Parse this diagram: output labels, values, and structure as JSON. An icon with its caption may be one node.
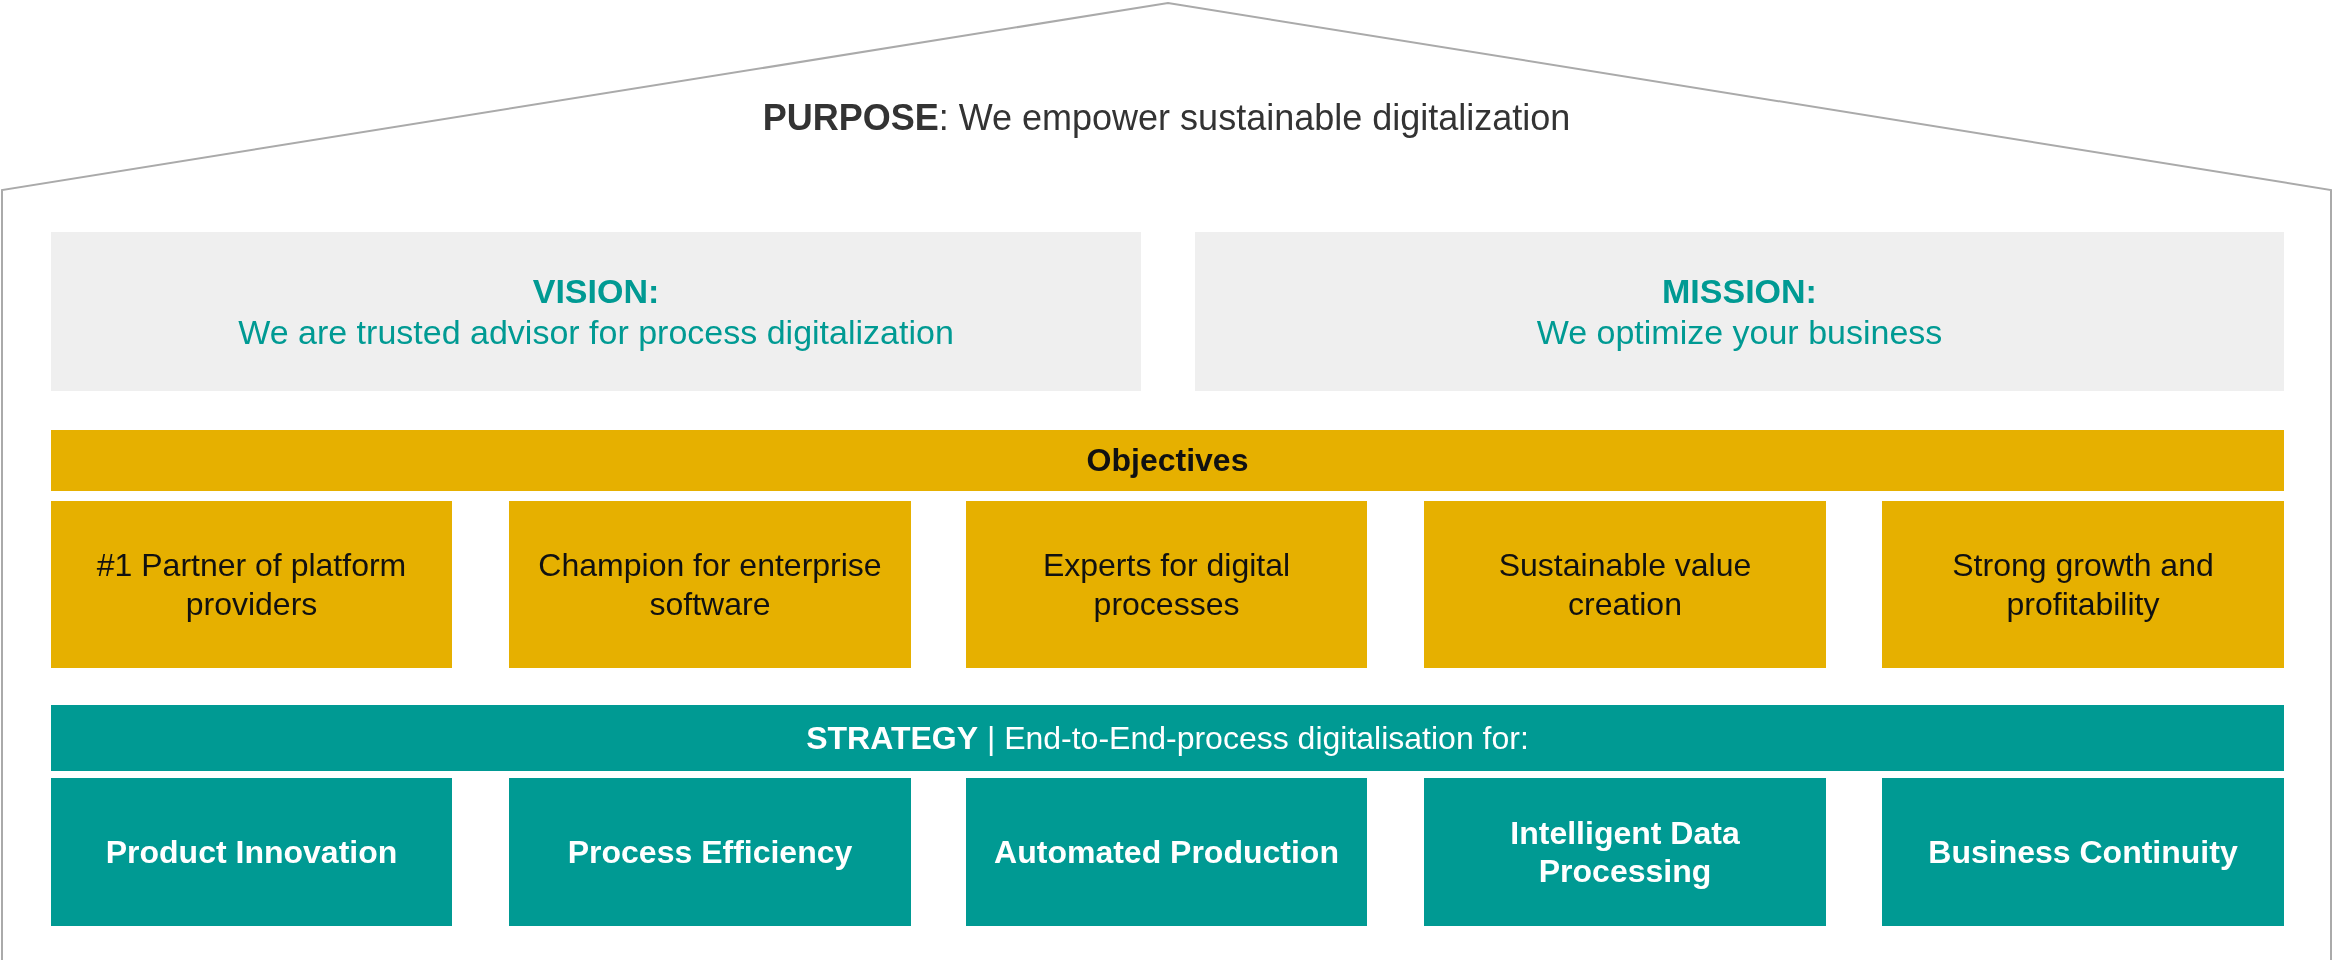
{
  "diagram": {
    "nodes": [
      {
        "text": [
          "**PURPOSE**: We empower sustainable digitalization"
        ]
      },
      {
        "text": [
          "**VISION:** We are trusted advisor for process digitalization"
        ],
        "in": 0
      },
      {
        "text": [
          "**MISSION:** We optimize your business"
        ],
        "in": 0
      },
      {
        "text": [
          "Objectives"
        ],
        "in": 0
      },
      {
        "text": [
          "#1 Partner of platform providers"
        ],
        "in": 0
      },
      {
        "text": [
          "Champion for enterprise software"
        ],
        "in": 0
      },
      {
        "text": [
          "Experts for digital processes"
        ],
        "in": 0
      },
      {
        "text": [
          "Sustainable value creation"
        ],
        "in": 0
      },
      {
        "text": [
          "Strong growth and profitability"
        ],
        "in": 0
      },
      {
        "text": [
          "**STRATEGY** | End-to-End-process digitalisation for:"
        ],
        "in": 0
      },
      {
        "text": [
          "Product Innovation"
        ],
        "in": 0
      },
      {
        "text": [
          "Process Efficiency"
        ],
        "in": 0
      },
      {
        "text": [
          "Automated Production"
        ],
        "in": 0
      },
      {
        "text": [
          "Intelligent Data Processing"
        ],
        "in": 0
      },
      {
        "text": [
          "Business Continuity"
        ],
        "in": 0
      }
    ]
  }
}
